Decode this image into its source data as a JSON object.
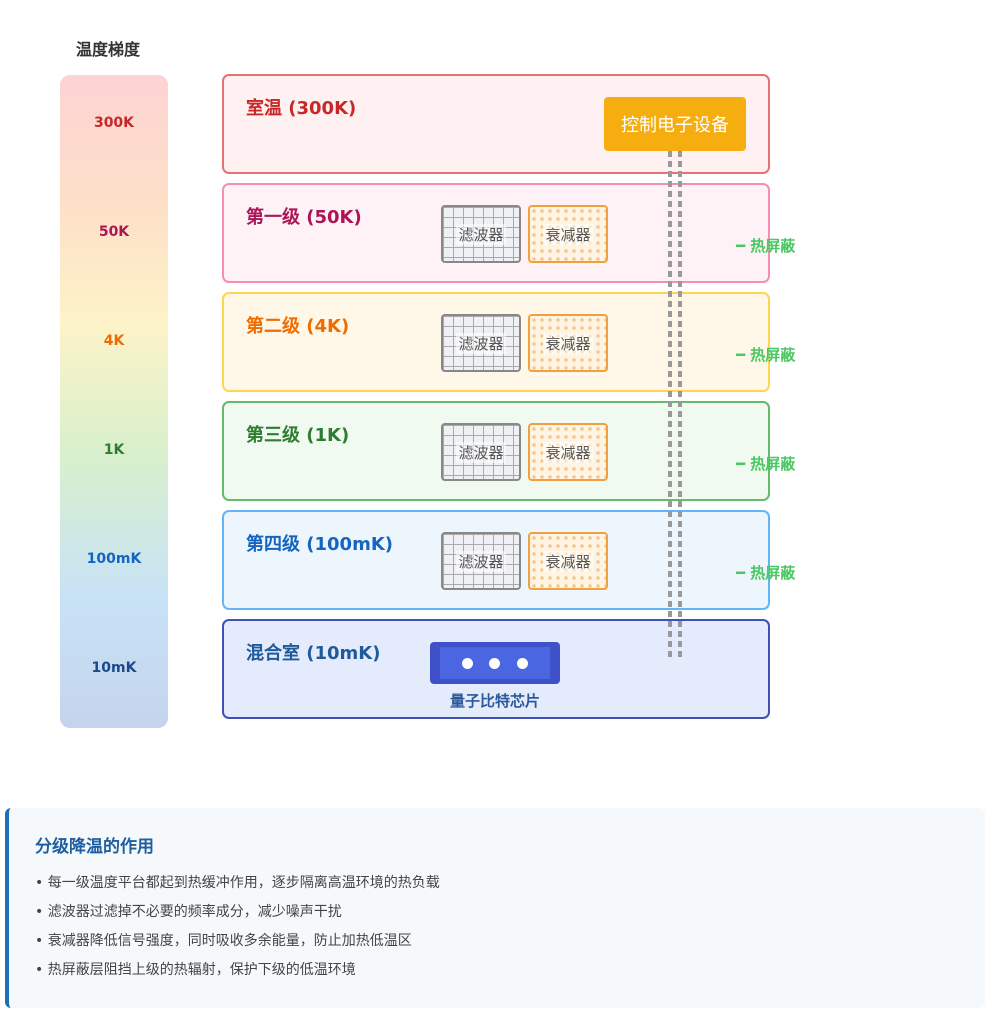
{
  "gradient": {
    "title": "温度梯度",
    "labels": [
      {
        "text": "300K",
        "color": "#c62828"
      },
      {
        "text": "50K",
        "color": "#ad1457"
      },
      {
        "text": "4K",
        "color": "#ef6c00"
      },
      {
        "text": "1K",
        "color": "#2e7d32"
      },
      {
        "text": "100mK",
        "color": "#1565c0"
      },
      {
        "text": "10mK",
        "color": "#1a4a8a"
      }
    ]
  },
  "stages": [
    {
      "title": "室温 (300K)",
      "border": "#e57373",
      "bg": "#fff1f1",
      "color": "#c62828"
    },
    {
      "title": "第一级 (50K)",
      "border": "#f48fb1",
      "bg": "#fff2f6",
      "color": "#ad1457",
      "filter": "滤波器",
      "attenuator": "衰减器",
      "shield": "━ 热屏蔽"
    },
    {
      "title": "第二级 (4K)",
      "border": "#ffd54f",
      "bg": "#fff8e8",
      "color": "#ef6c00",
      "filter": "滤波器",
      "attenuator": "衰减器",
      "shield": "━ 热屏蔽"
    },
    {
      "title": "第三级 (1K)",
      "border": "#66bb6a",
      "bg": "#f1faf1",
      "color": "#2e7d32",
      "filter": "滤波器",
      "attenuator": "衰减器",
      "shield": "━ 热屏蔽"
    },
    {
      "title": "第四级 (100mK)",
      "border": "#64b5f6",
      "bg": "#eef6fd",
      "color": "#1565c0",
      "filter": "滤波器",
      "attenuator": "衰减器",
      "shield": "━ 热屏蔽"
    },
    {
      "title": "混合室 (10mK)",
      "border": "#3f51b5",
      "bg": "#e4ebfc",
      "color": "#1f5a9a"
    }
  ],
  "control": "控制电子设备",
  "chip": "量子比特芯片",
  "panel": {
    "title": "分级降温的作用",
    "items": [
      "• 每一级温度平台都起到热缓冲作用，逐步隔离高温环境的热负载",
      "• 滤波器过滤掉不必要的频率成分，减少噪声干扰",
      "• 衰减器降低信号强度，同时吸收多余能量，防止加热低温区",
      "• 热屏蔽层阻挡上级的热辐射，保护下级的低温环境"
    ]
  }
}
